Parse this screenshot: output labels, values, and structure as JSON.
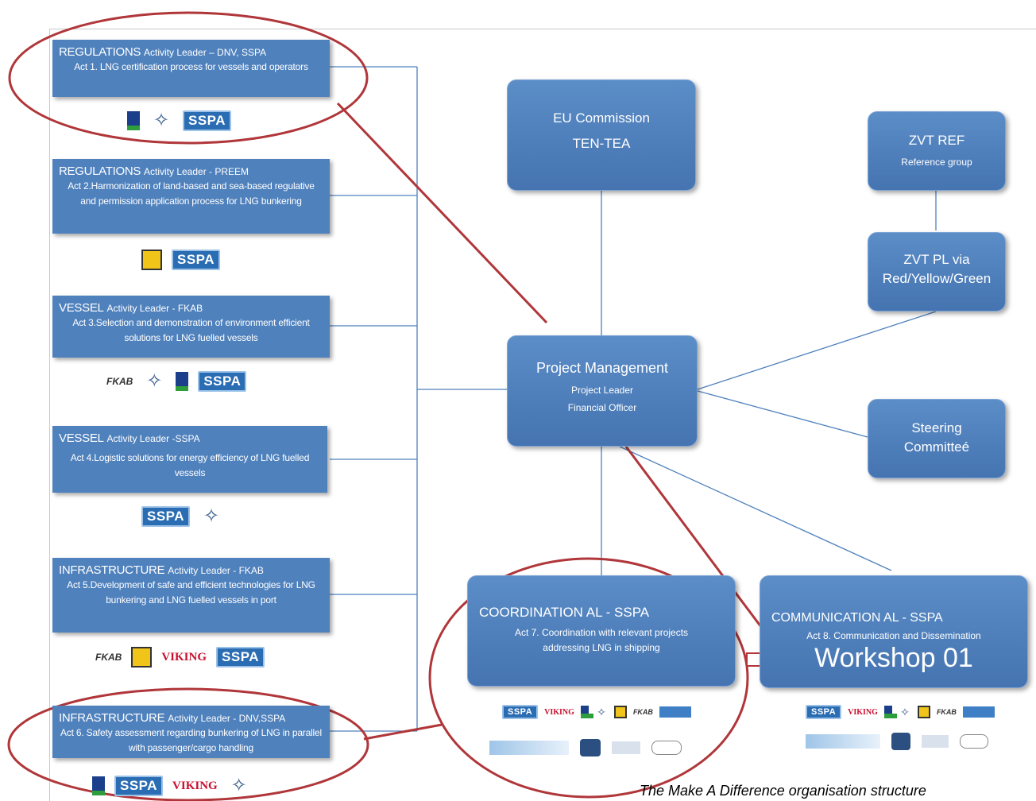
{
  "activities": [
    {
      "area": "REGULATIONS",
      "leader": "Activity Leader  – DNV, SSPA",
      "desc": "Act 1. LNG certification process for vessels  and operators"
    },
    {
      "area": "REGULATIONS",
      "leader": "Activity Leader - PREEM",
      "desc": "Act 2.Harmonization of land-based and sea-based regulative and permission application process for LNG bunkering"
    },
    {
      "area": "VESSEL",
      "leader": "Activity Leader  - FKAB",
      "desc": "Act 3.Selection and demonstration of environment efficient solutions for LNG fuelled vessels"
    },
    {
      "area": "VESSEL",
      "leader": "Activity Leader -SSPA",
      "desc": "Act 4.Logistic solutions for energy efficiency of LNG fuelled vessels"
    },
    {
      "area": "INFRASTRUCTURE",
      "leader": "Activity Leader  - FKAB",
      "desc": "Act 5.Development of safe and efficient technologies for LNG bunkering and LNG fuelled vessels in port"
    },
    {
      "area": "INFRASTRUCTURE",
      "leader": "Activity Leader  -  DNV,SSPA",
      "desc": "Act 6. Safety assessment regarding bunkering of LNG in parallel with passenger/cargo handling"
    }
  ],
  "eu": {
    "line1": "EU Commission",
    "line2": "TEN-TEA"
  },
  "zvt_ref": {
    "line1": "ZVT REF",
    "line2": "Reference group"
  },
  "zvt_pl": {
    "line1": "ZVT PL via",
    "line2": "Red/Yellow/Green"
  },
  "pm": {
    "title": "Project Management",
    "line2": "Project Leader",
    "line3": "Financial Officer"
  },
  "steering": {
    "line1": "Steering",
    "line2": "Committeé"
  },
  "coordination": {
    "title": "COORDINATION  AL - SSPA",
    "desc": "Act 7. Coordination with relevant projects addressing LNG in shipping"
  },
  "communication": {
    "title": "COMMUNICATION AL -  SSPA",
    "desc": "Act 8. Communication and Dissemination",
    "workshop": "Workshop 01"
  },
  "logo_text": {
    "sspa": "SSPA",
    "viking": "VIKING",
    "fkab": "FKAB",
    "star": "✧"
  },
  "caption": "The Make A Difference organisation structure",
  "colors": {
    "box": "#4f81bd",
    "connector": "#4f81bd",
    "annotation": "#b0363a"
  }
}
